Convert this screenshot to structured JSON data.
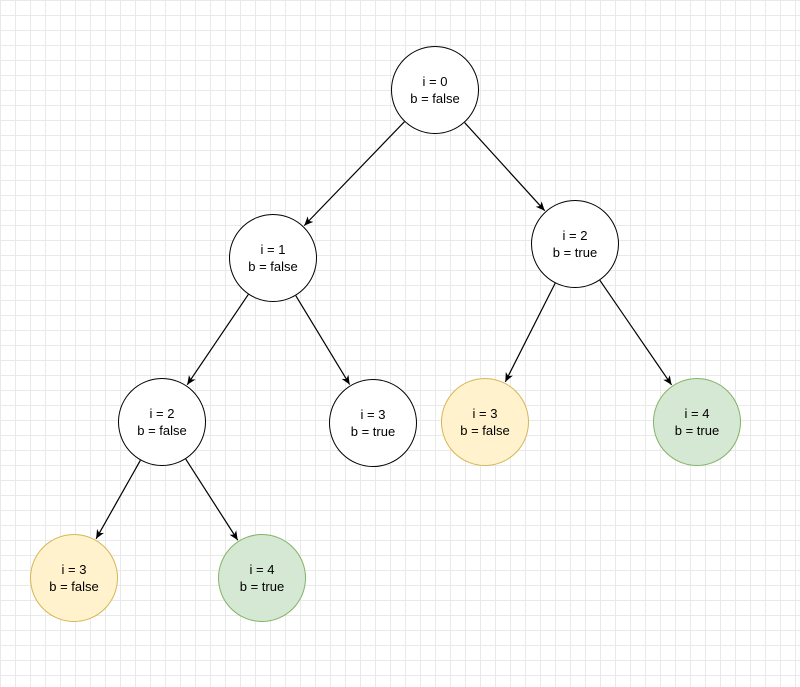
{
  "colors": {
    "default_fill": "#ffffff",
    "default_stroke": "#000000",
    "yellow_fill": "#fff2cc",
    "yellow_stroke": "#d6b656",
    "green_fill": "#d5e8d4",
    "green_stroke": "#82b366"
  },
  "nodes": {
    "root": {
      "line1": "i = 0",
      "line2": "b = false",
      "style": "default"
    },
    "l1_left": {
      "line1": "i = 1",
      "line2": "b = false",
      "style": "default"
    },
    "l1_right": {
      "line1": "i = 2",
      "line2": "b = true",
      "style": "default"
    },
    "l2_left": {
      "line1": "i = 2",
      "line2": "b = false",
      "style": "default"
    },
    "l2_mid": {
      "line1": "i = 3",
      "line2": "b = true",
      "style": "default"
    },
    "l2_right_a": {
      "line1": "i = 3",
      "line2": "b = false",
      "style": "yellow"
    },
    "l2_right_b": {
      "line1": "i = 4",
      "line2": "b = true",
      "style": "green"
    },
    "l3_left": {
      "line1": "i = 3",
      "line2": "b = false",
      "style": "yellow"
    },
    "l3_right": {
      "line1": "i = 4",
      "line2": "b = true",
      "style": "green"
    }
  },
  "edges": [
    {
      "from": "root",
      "to": "l1_left"
    },
    {
      "from": "root",
      "to": "l1_right"
    },
    {
      "from": "l1_left",
      "to": "l2_left"
    },
    {
      "from": "l1_left",
      "to": "l2_mid"
    },
    {
      "from": "l1_right",
      "to": "l2_right_a"
    },
    {
      "from": "l1_right",
      "to": "l2_right_b"
    },
    {
      "from": "l2_left",
      "to": "l3_left"
    },
    {
      "from": "l2_left",
      "to": "l3_right"
    }
  ]
}
